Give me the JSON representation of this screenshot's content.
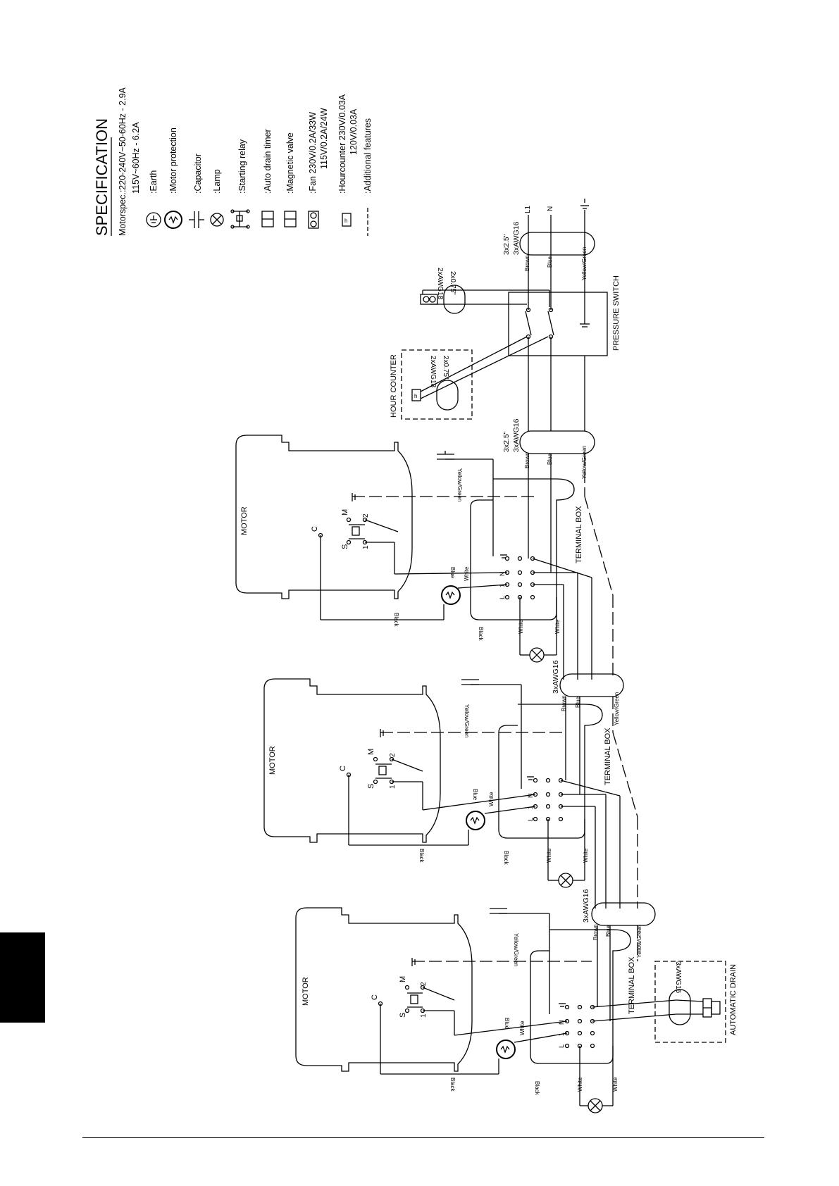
{
  "spec": {
    "title": "SPECIFICATION",
    "motor_line1": "Motorspec.:220-240V~50-60Hz - 2.9A",
    "motor_line2": "115V~60Hz - 6.2A"
  },
  "legend": [
    {
      "symbol": "earth-icon",
      "label": ":Earth"
    },
    {
      "symbol": "motor-protection-icon",
      "label": ":Motor protection"
    },
    {
      "symbol": "capacitor-icon",
      "label": ":Capacitor"
    },
    {
      "symbol": "lamp-icon",
      "label": ":Lamp"
    },
    {
      "symbol": "starting-relay-icon",
      "label": ":Starting relay"
    },
    {
      "symbol": "auto-drain-timer-icon",
      "label": ":Auto drain timer"
    },
    {
      "symbol": "magnetic-valve-icon",
      "label": ":Magnetic valve"
    },
    {
      "symbol": "fan-icon",
      "label": ":Fan 230V/0.2A/33W",
      "line2": "115V/0.2A/24W"
    },
    {
      "symbol": "hourcounter-icon",
      "label": ":Hourcounter 230V/0.03A",
      "line2": "120V/0.03A"
    },
    {
      "symbol": "dashed-line-icon",
      "label": ":Additional features"
    }
  ],
  "labels": {
    "motor": "MOTOR",
    "terminal_box": "TERMINAL BOX",
    "pressure_switch": "PRESSURE SWITCH",
    "hour_counter": "HOUR COUNTER",
    "automatic_drain": "AUTOMATIC DRAIN",
    "l1": "L1",
    "n": "N",
    "c": "C",
    "s": "S",
    "m": "M",
    "one": "1",
    "two": "2",
    "l": "L",
    "brown": "Brown",
    "blue": "Blue",
    "yellow_green": "Yellow/Green",
    "black": "Black",
    "white": "White",
    "cable_3x25": "3x2.5\"",
    "cable_3xawg16": "3xAWG16",
    "cable_2x075": "2x0.75\"",
    "cable_2xawg18": "2xAWG18"
  }
}
